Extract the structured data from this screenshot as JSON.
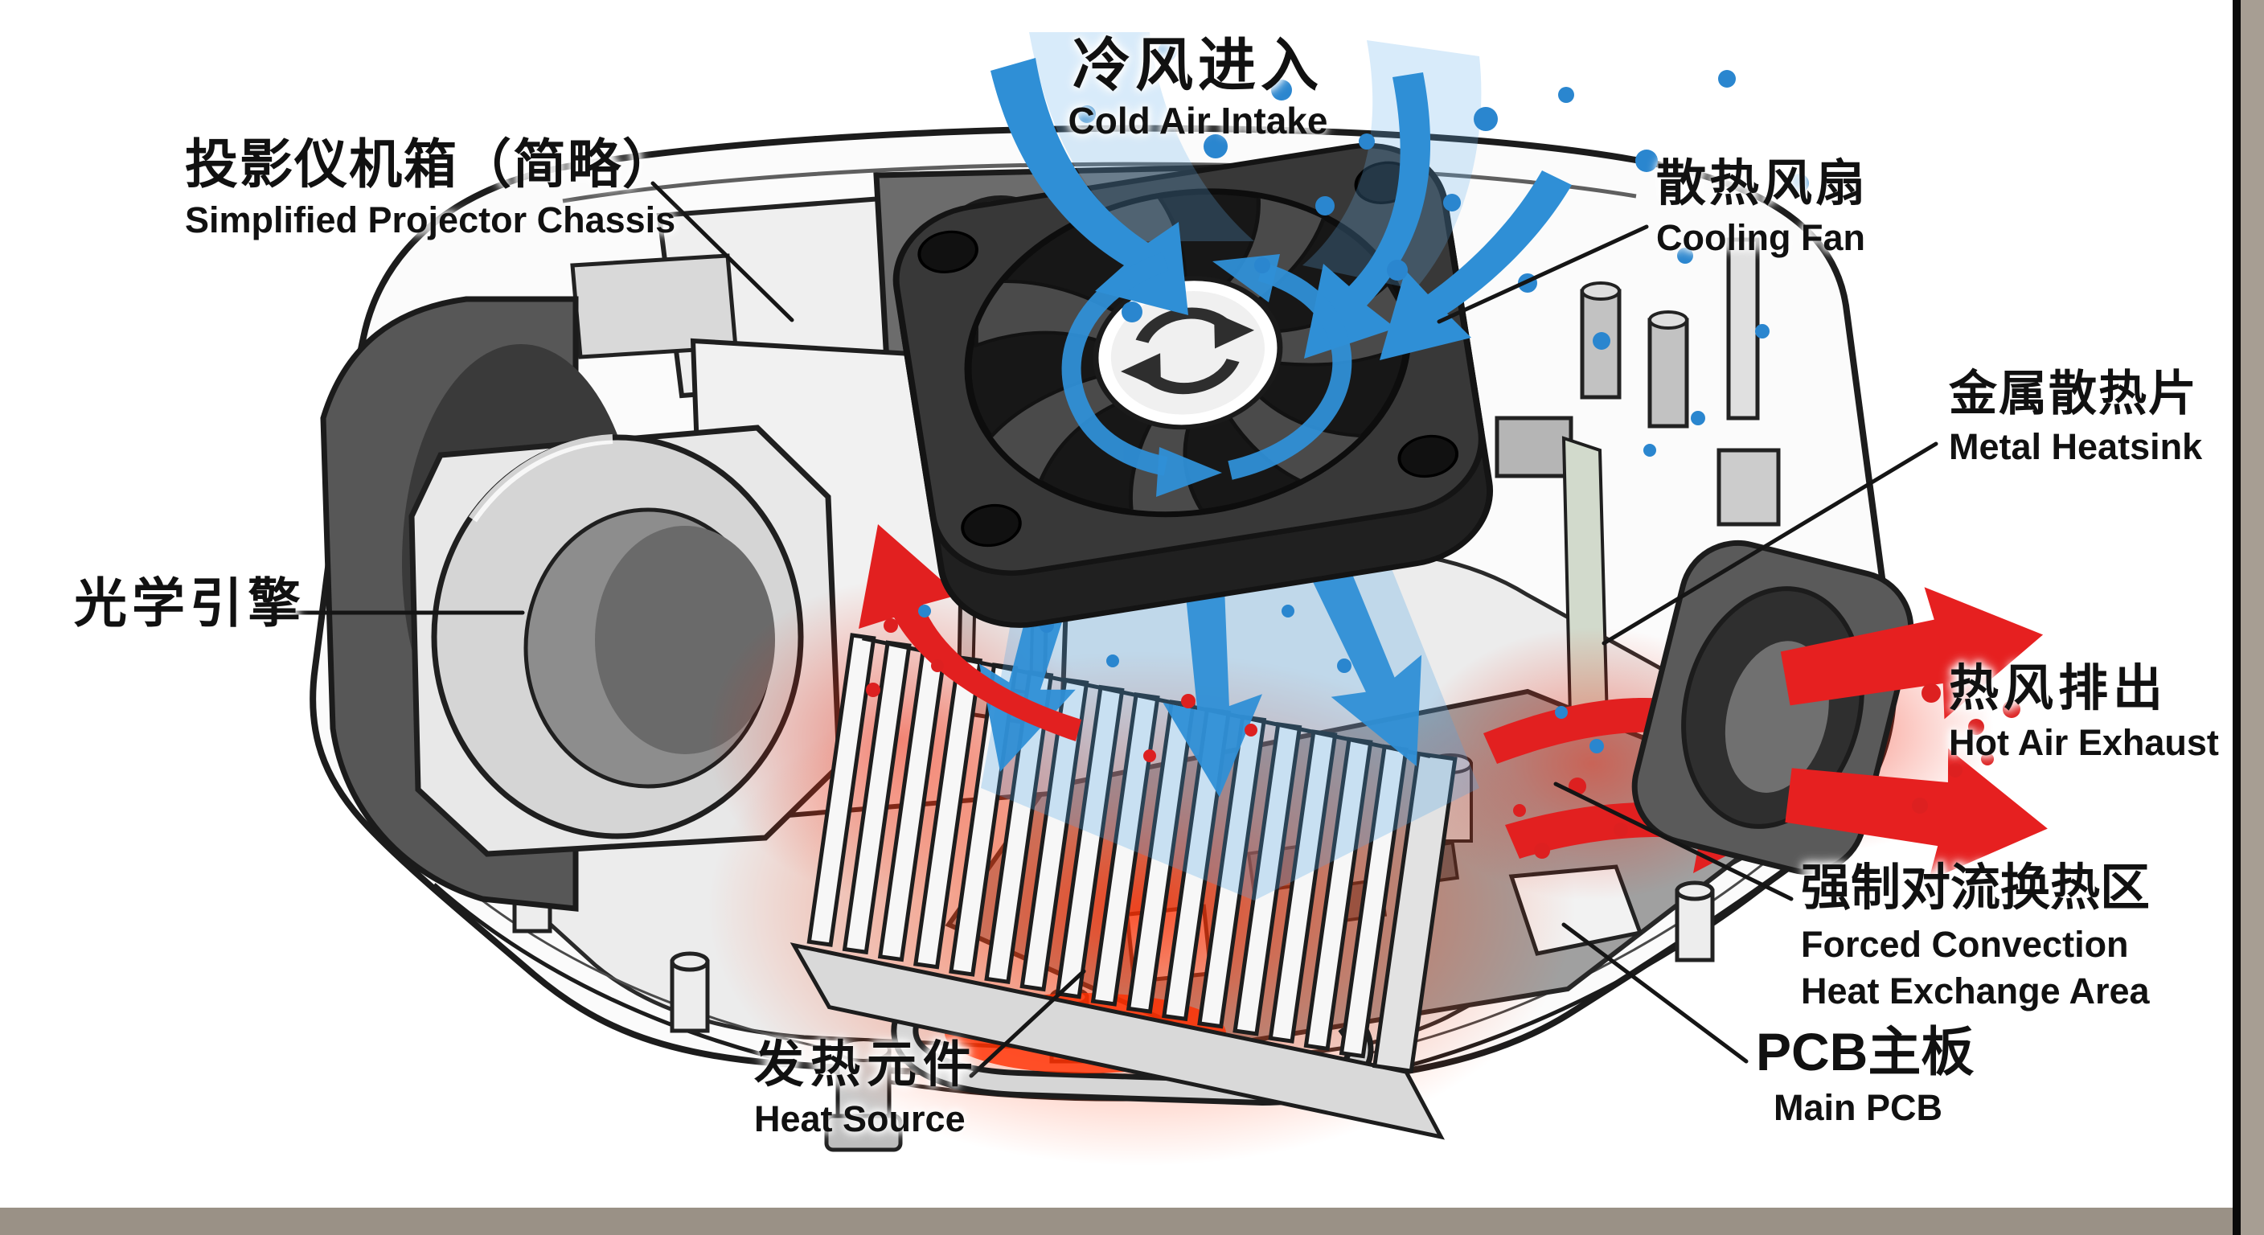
{
  "diagram": {
    "labels": {
      "cold_air_intake": {
        "zh": "冷风进入",
        "en": "Cold Air Intake"
      },
      "projector_chassis": {
        "zh": "投影仪机箱（简略）",
        "en": "Simplified Projector Chassis"
      },
      "cooling_fan": {
        "zh": "散热风扇",
        "en": "Cooling Fan"
      },
      "metal_heatsink": {
        "zh": "金属散热片",
        "en": "Metal Heatsink"
      },
      "optical_engine": {
        "zh": "光学引擎"
      },
      "hot_air_exhaust": {
        "zh": "热风排出",
        "en": "Hot Air Exhaust"
      },
      "forced_convection": {
        "zh": "强制对流换热区",
        "en_line1": "Forced Convection",
        "en_line2": "Heat Exchange Area"
      },
      "main_pcb": {
        "zh": "PCB主板",
        "en": "Main PCB"
      },
      "heat_source": {
        "zh": "发热元件",
        "en": "Heat Source"
      }
    },
    "colors": {
      "cold_air_blue": "#2f8fd6",
      "hot_air_red": "#e22020",
      "heat_glow": "#ff3000",
      "line_art": "#1a1a1a",
      "right_strip": "#a79e93",
      "bottom_strip": "#9a9186"
    },
    "icons": {
      "fan_rotation": "rotation-arrows-icon"
    }
  }
}
